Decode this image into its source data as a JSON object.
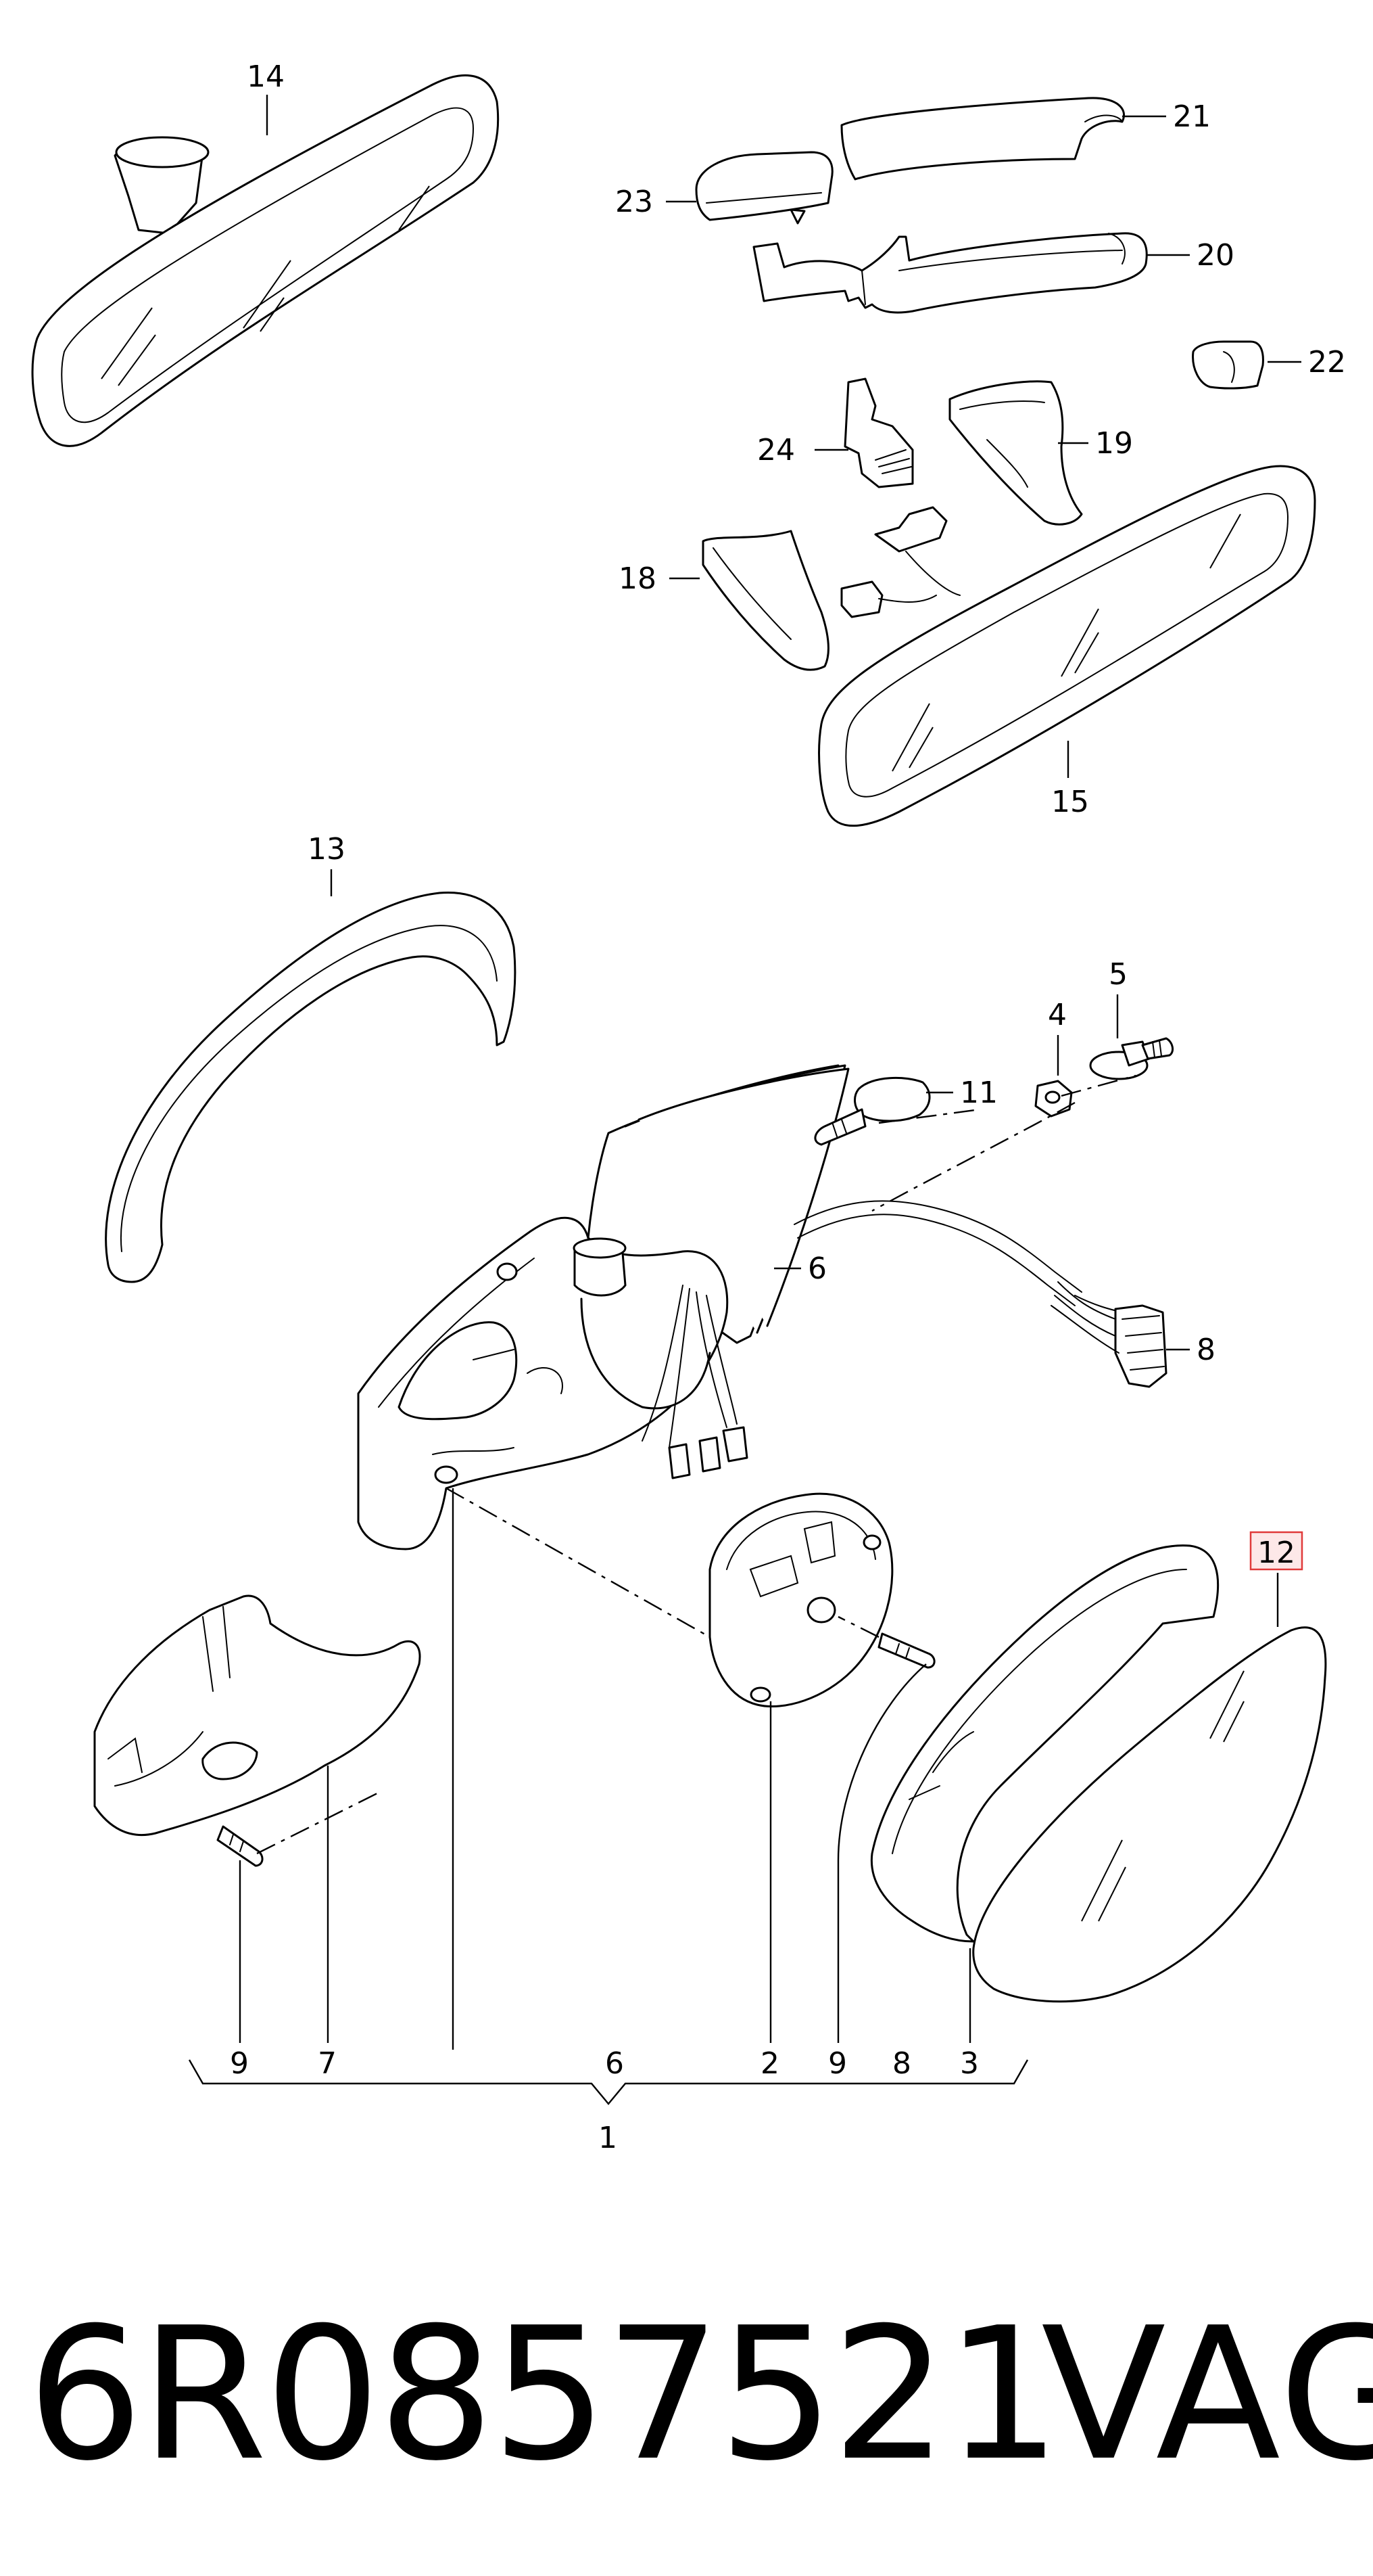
{
  "callouts": {
    "c1": "1",
    "c2": "2",
    "c3": "3",
    "c4": "4",
    "c5": "5",
    "c6_top": "6",
    "c6_bottom": "6",
    "c7": "7",
    "c8_top": "8",
    "c8_bottom": "8",
    "c9_left": "9",
    "c9_right": "9",
    "c11": "11",
    "c12": "12",
    "c13": "13",
    "c14": "14",
    "c15": "15",
    "c18": "18",
    "c19": "19",
    "c20": "20",
    "c21": "21",
    "c22": "22",
    "c23": "23",
    "c24": "24"
  },
  "footer": {
    "part_number": "6R0857521",
    "brand": "VAG"
  },
  "colors": {
    "line": "#000000",
    "highlight_border": "#e03a3a",
    "highlight_fill": "#fde8e8"
  }
}
